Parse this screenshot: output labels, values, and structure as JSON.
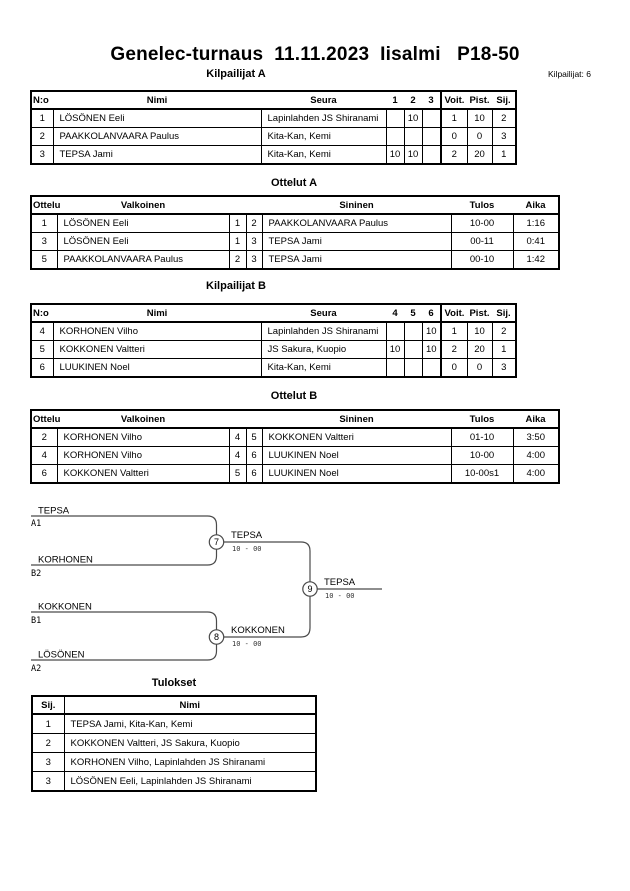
{
  "page": {
    "title": "Genelec-turnaus  11.11.2023  Iisalmi   P18-50",
    "competitors_note": "Kilpailijat: 6"
  },
  "kilpailijat_a": {
    "title": "Kilpailijat A",
    "headers": {
      "no": "N:o",
      "nimi": "Nimi",
      "seura": "Seura",
      "c1": "1",
      "c2": "2",
      "c3": "3",
      "voit": "Voit.",
      "pist": "Pist.",
      "sij": "Sij."
    },
    "rows": [
      {
        "no": "1",
        "nimi": "LÖSÖNEN Eeli",
        "seura": "Lapinlahden JS Shiranami",
        "c1": "",
        "c2": "10",
        "c3": "",
        "voit": "1",
        "pist": "10",
        "sij": "2"
      },
      {
        "no": "2",
        "nimi": "PAAKKOLANVAARA Paulus",
        "seura": "Kita-Kan, Kemi",
        "c1": "",
        "c2": "",
        "c3": "",
        "voit": "0",
        "pist": "0",
        "sij": "3"
      },
      {
        "no": "3",
        "nimi": "TEPSA Jami",
        "seura": "Kita-Kan, Kemi",
        "c1": "10",
        "c2": "10",
        "c3": "",
        "voit": "2",
        "pist": "20",
        "sij": "1"
      }
    ]
  },
  "ottelut_a": {
    "title": "Ottelut A",
    "headers": {
      "ottelu": "Ottelu",
      "valkoinen": "Valkoinen",
      "sininen": "Sininen",
      "tulos": "Tulos",
      "aika": "Aika"
    },
    "rows": [
      {
        "ottelu": "1",
        "valkoinen": "LÖSÖNEN Eeli",
        "vno": "1",
        "sno": "2",
        "sininen": "PAAKKOLANVAARA Paulus",
        "tulos": "10-00",
        "aika": "1:16"
      },
      {
        "ottelu": "3",
        "valkoinen": "LÖSÖNEN Eeli",
        "vno": "1",
        "sno": "3",
        "sininen": "TEPSA Jami",
        "tulos": "00-11",
        "aika": "0:41"
      },
      {
        "ottelu": "5",
        "valkoinen": "PAAKKOLANVAARA Paulus",
        "vno": "2",
        "sno": "3",
        "sininen": "TEPSA Jami",
        "tulos": "00-10",
        "aika": "1:42"
      }
    ]
  },
  "kilpailijat_b": {
    "title": "Kilpailijat B",
    "headers": {
      "no": "N:o",
      "nimi": "Nimi",
      "seura": "Seura",
      "c1": "4",
      "c2": "5",
      "c3": "6",
      "voit": "Voit.",
      "pist": "Pist.",
      "sij": "Sij."
    },
    "rows": [
      {
        "no": "4",
        "nimi": "KORHONEN Vilho",
        "seura": "Lapinlahden JS Shiranami",
        "c1": "",
        "c2": "",
        "c3": "10",
        "voit": "1",
        "pist": "10",
        "sij": "2"
      },
      {
        "no": "5",
        "nimi": "KOKKONEN Valtteri",
        "seura": "JS Sakura, Kuopio",
        "c1": "10",
        "c2": "",
        "c3": "10",
        "voit": "2",
        "pist": "20",
        "sij": "1"
      },
      {
        "no": "6",
        "nimi": "LUUKINEN Noel",
        "seura": "Kita-Kan, Kemi",
        "c1": "",
        "c2": "",
        "c3": "",
        "voit": "0",
        "pist": "0",
        "sij": "3"
      }
    ]
  },
  "ottelut_b": {
    "title": "Ottelut B",
    "headers": {
      "ottelu": "Ottelu",
      "valkoinen": "Valkoinen",
      "sininen": "Sininen",
      "tulos": "Tulos",
      "aika": "Aika"
    },
    "rows": [
      {
        "ottelu": "2",
        "valkoinen": "KORHONEN Vilho",
        "vno": "4",
        "sno": "5",
        "sininen": "KOKKONEN Valtteri",
        "tulos": "01-10",
        "aika": "3:50"
      },
      {
        "ottelu": "4",
        "valkoinen": "KORHONEN Vilho",
        "vno": "4",
        "sno": "6",
        "sininen": "LUUKINEN Noel",
        "tulos": "10-00",
        "aika": "4:00"
      },
      {
        "ottelu": "6",
        "valkoinen": "KOKKONEN Valtteri",
        "vno": "5",
        "sno": "6",
        "sininen": "LUUKINEN Noel",
        "tulos": "10-00s1",
        "aika": "4:00"
      }
    ]
  },
  "bracket": {
    "semi1": {
      "top_name": "TEPSA",
      "top_seed": "A1",
      "bottom_name": "KORHONEN",
      "bottom_seed": "B2",
      "match_no": "7",
      "winner": "TEPSA",
      "score": "10 - 00"
    },
    "semi2": {
      "top_name": "KOKKONEN",
      "top_seed": "B1",
      "bottom_name": "LÖSÖNEN",
      "bottom_seed": "A2",
      "match_no": "8",
      "winner": "KOKKONEN",
      "score": "10 - 00"
    },
    "final": {
      "match_no": "9",
      "winner": "TEPSA",
      "score": "10 - 00"
    }
  },
  "tulokset": {
    "title": "Tulokset",
    "headers": {
      "sij": "Sij.",
      "nimi": "Nimi"
    },
    "rows": [
      {
        "sij": "1",
        "nimi": "TEPSA Jami, Kita-Kan, Kemi"
      },
      {
        "sij": "2",
        "nimi": "KOKKONEN Valtteri, JS Sakura, Kuopio"
      },
      {
        "sij": "3",
        "nimi": "KORHONEN Vilho, Lapinlahden JS Shiranami"
      },
      {
        "sij": "3",
        "nimi": "LÖSÖNEN Eeli, Lapinlahden JS Shiranami"
      }
    ]
  },
  "colors": {
    "border": "#000000",
    "bracket_line": "#4a4a4a"
  }
}
